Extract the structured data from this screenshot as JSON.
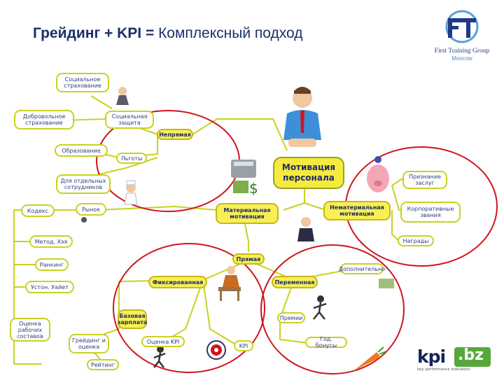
{
  "title": {
    "bold": "Грейдинг + KPI =",
    "normal": " Комплексный подход"
  },
  "logo": {
    "letters": "FT",
    "caption": "First Training Group",
    "sub": "Moscow"
  },
  "brand": {
    "kpi": "kpi",
    "dot_bz": ".bz",
    "tagline": "key performance indicators"
  },
  "center": "Мотивация\nперсонала",
  "nodes": {
    "sotsialnoe": "Социальное\nстрахование",
    "dobrovolnoe": "Добровольное\nстрахование",
    "sotsialnaya": "Социальная\nзащита",
    "kosvennaya": "Непрямая",
    "obrazovanie": "Образование",
    "lgoty": "Льготы",
    "dlya_otdelnyh": "Для отдельных\nсотрудников",
    "rynok": "Рынок",
    "kodeks": "Кодекс",
    "metodika": "Метод. Хэя",
    "ranking": "Ранкинг",
    "uston": "Устон. Уайет",
    "material": "Материальная\nмотивация",
    "nematerial": "Нематериальная\nмотивация",
    "pryamaya": "Прямая",
    "fiks": "Фиксированная",
    "peremennaya": "Переменная",
    "bazovaya": "Базовая\nзарплата",
    "otsenka_rab": "Оценка\nрабочих\nсоставов",
    "greyding": "Грейдинг и\nоценка",
    "otsenka_kpi": "Оценка KPI",
    "kpi": "KPI",
    "reyting": "Рейтинг",
    "premii": "Премии",
    "god_bonusy": "Год. бонусы",
    "dopolnitelno": "Дополнительно",
    "priznanie": "Признание\nзаслуг",
    "korp_zvaniya": "Корпоративные\nзвания",
    "nagrady": "Награды"
  },
  "colors": {
    "title": "#1b2f6b",
    "node_border": "#c9d21e",
    "node_fill_key": "#f7ef55",
    "circle": "#d0141c",
    "kpi_green": "#57a83a"
  }
}
